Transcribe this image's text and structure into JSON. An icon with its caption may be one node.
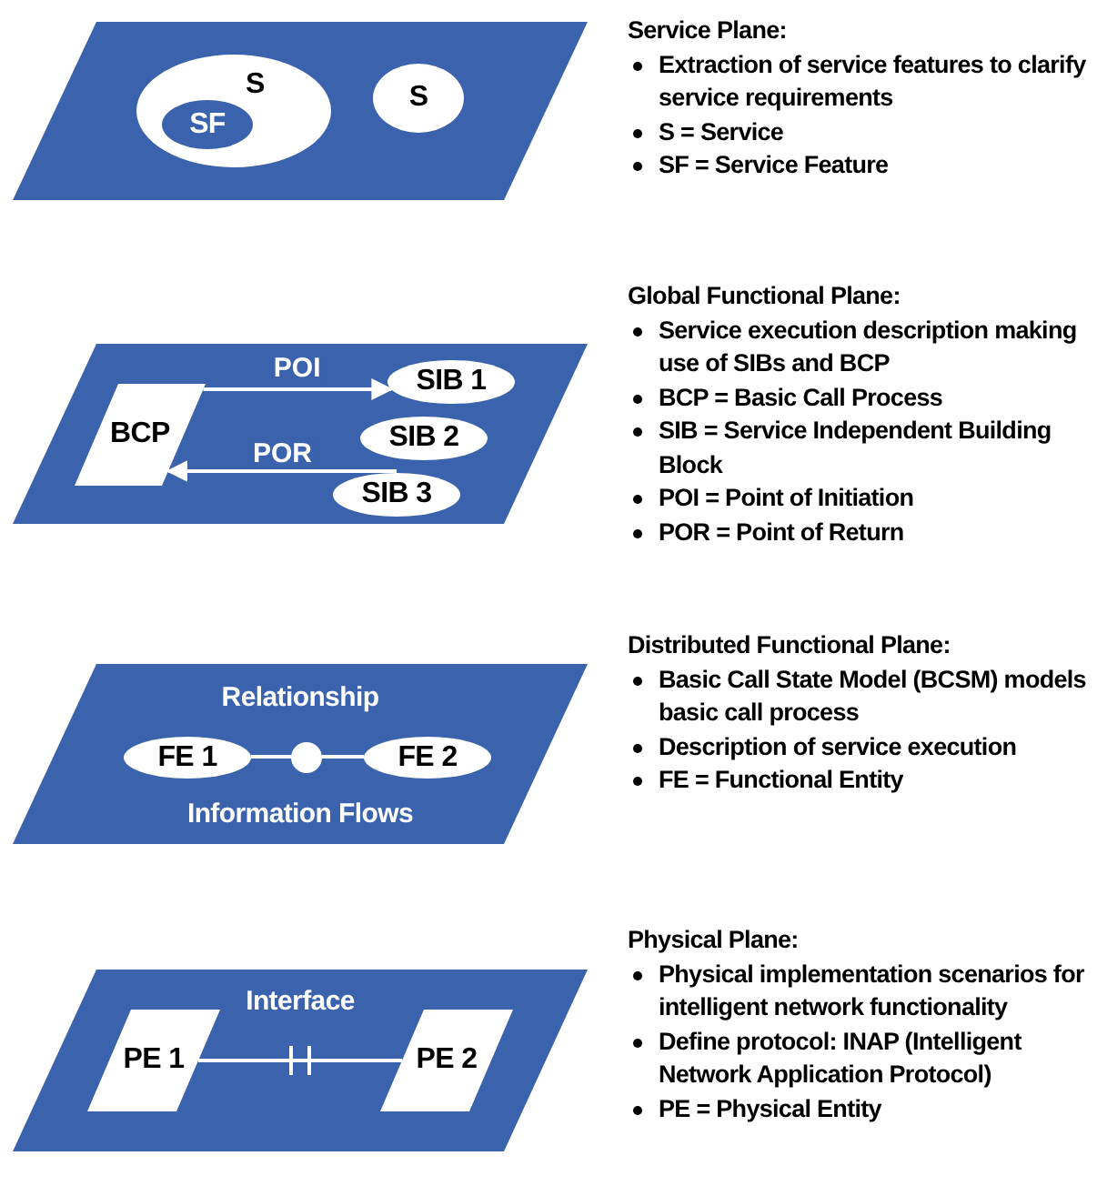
{
  "diagram": {
    "nodes": [
      {
        "text": [],
        "shape": "parallelogram",
        "beside": [
          "Service Plane:",
          "Extraction of service features to clarify service requirements",
          "S = Service",
          "SF = Service Feature"
        ]
      },
      {
        "text": [
          "S"
        ],
        "in": 0
      },
      {
        "text": [
          "SF"
        ],
        "in": 1
      },
      {
        "text": [
          "S"
        ],
        "in": 0
      },
      {
        "text": [],
        "shape": "parallelogram",
        "beside": [
          "Global Functional Plane:",
          "Service execution description making use of SIBs and BCP",
          "BCP = Basic Call Process",
          "SIB = Service Independent Building Block",
          "POI = Point of Initiation",
          "POR = Point of Return"
        ]
      },
      {
        "text": [
          "BCP"
        ],
        "in": 4
      },
      {
        "text": [
          "SIB 1"
        ],
        "in": 4
      },
      {
        "text": [
          "SIB 2"
        ],
        "in": 4
      },
      {
        "text": [
          "SIB 3"
        ],
        "in": 4
      },
      {
        "text": [
          "Relationship",
          "Information Flows"
        ],
        "beside": [
          "Distributed Functional Plane:",
          "Basic Call State Model (BCSM) models basic call process",
          "Description of service execution",
          "FE = Functional Entity"
        ]
      },
      {
        "text": [
          "FE 1"
        ],
        "in": 9
      },
      {
        "text": [],
        "shape": "circle",
        "in": 9
      },
      {
        "text": [
          "FE 2"
        ],
        "in": 9
      },
      {
        "text": [
          "Interface"
        ],
        "beside": [
          "Physical Plane:",
          "Physical implementation scenarios for intelligent network functionality",
          "Define protocol: INAP (Intelligent Network Application Protocol)",
          "PE = Physical Entity"
        ]
      },
      {
        "text": [
          "PE 1"
        ],
        "in": 13
      },
      {
        "text": [
          "PE 2"
        ],
        "in": 13
      }
    ],
    "edges": [
      {
        "from": 5,
        "to": 6,
        "arrow": "to",
        "label": "POI"
      },
      {
        "from": 8,
        "to": 5,
        "arrow": "to",
        "label": "POR"
      },
      {
        "from": 10,
        "to": 11,
        "arrow": "none"
      },
      {
        "from": 11,
        "to": 12,
        "arrow": "none"
      },
      {
        "from": 14,
        "to": 15,
        "arrow": "none"
      }
    ]
  }
}
